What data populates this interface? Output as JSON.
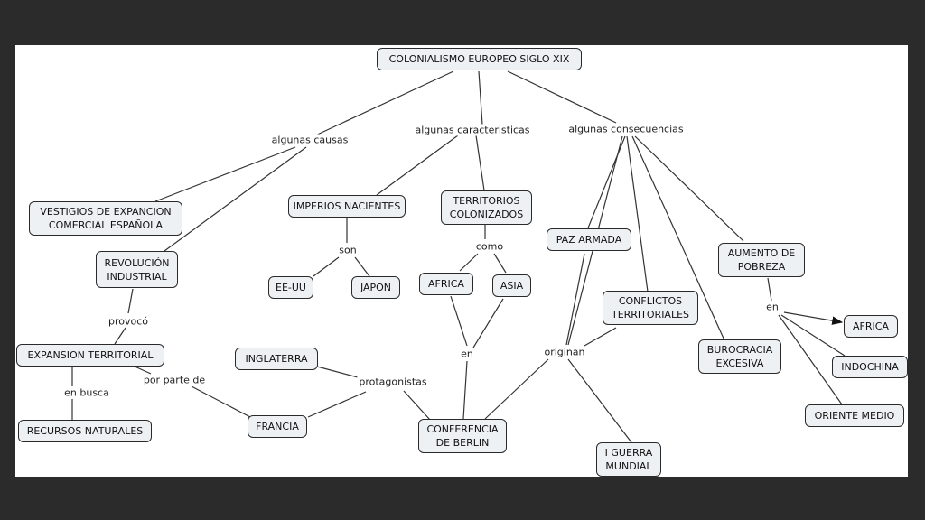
{
  "map": {
    "nodes": {
      "root": "COLONIALISMO EUROPEO SIGLO XIX",
      "vestigios": "VESTIGIOS DE EXPANCION\nCOMERCIAL ESPAÑOLA",
      "revolucion": "REVOLUCIÓN\nINDUSTRIAL",
      "expansion": "EXPANSION TERRITORIAL",
      "recursos": "RECURSOS NATURALES",
      "inglaterra": "INGLATERRA",
      "francia": "FRANCIA",
      "imperios": "IMPERIOS NACIENTES",
      "eeuu": "EE-UU",
      "japon": "JAPON",
      "territorios": "TERRITORIOS\nCOLONIZADOS",
      "africa1": "AFRICA",
      "asia": "ASIA",
      "conferencia": "CONFERENCIA\nDE BERLIN",
      "paz": "PAZ ARMADA",
      "conflictos": "CONFLICTOS\nTERRITORIALES",
      "guerra": "I GUERRA\nMUNDIAL",
      "burocracia": "BUROCRACIA\nEXCESIVA",
      "pobreza": "AUMENTO DE\nPOBREZA",
      "africa2": "AFRICA",
      "indochina": "INDOCHINA",
      "oriente": "ORIENTE MEDIO"
    },
    "labels": {
      "causas": "algunas causas",
      "caracteristicas": "algunas caracteristicas",
      "consecuencias": "algunas consecuencias",
      "provoco": "provocó",
      "enbusca": "en busca",
      "porparte": "por parte de",
      "protagonistas": "protagonistas",
      "son": "son",
      "como": "como",
      "en1": "en",
      "originan": "originan",
      "en2": "en"
    }
  }
}
